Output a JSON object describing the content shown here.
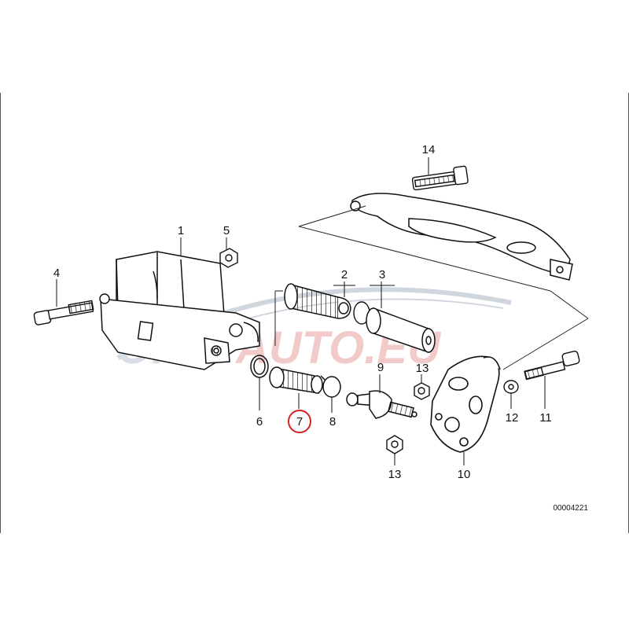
{
  "diagram": {
    "drawing_number": "00004221",
    "callouts": [
      {
        "id": "1",
        "text": "1"
      },
      {
        "id": "2",
        "text": "2"
      },
      {
        "id": "3",
        "text": "3"
      },
      {
        "id": "4",
        "text": "4"
      },
      {
        "id": "5",
        "text": "5"
      },
      {
        "id": "6",
        "text": "6"
      },
      {
        "id": "7",
        "text": "7",
        "highlighted": true
      },
      {
        "id": "8",
        "text": "8"
      },
      {
        "id": "9",
        "text": "9"
      },
      {
        "id": "10",
        "text": "10"
      },
      {
        "id": "11",
        "text": "11"
      },
      {
        "id": "12",
        "text": "12"
      },
      {
        "id": "13a",
        "text": "13"
      },
      {
        "id": "13b",
        "text": "13"
      },
      {
        "id": "14",
        "text": "14"
      }
    ],
    "highlight_color": "#d62020"
  },
  "watermark": {
    "text_left": "OPTI",
    "text_right": "AUTO.EU",
    "color_left": "#b8c4d0",
    "color_right": "#e8a0a0"
  }
}
